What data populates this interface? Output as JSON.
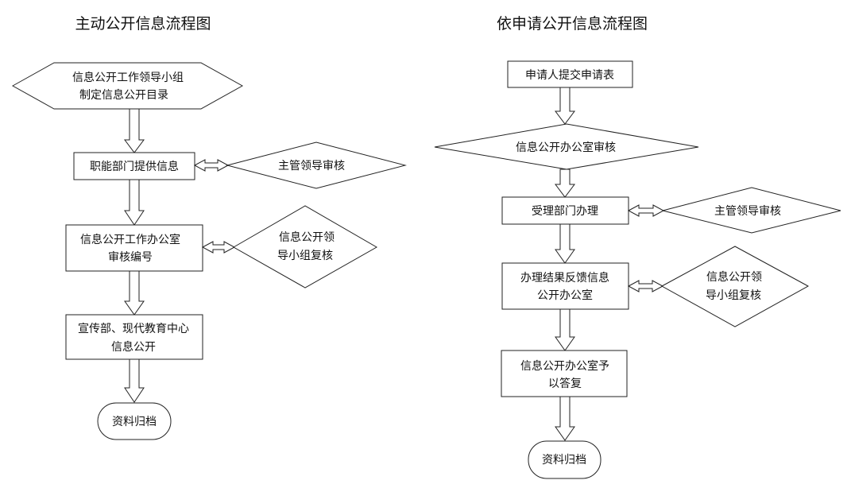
{
  "left_flow": {
    "title": "主动公开信息流程图",
    "start_hex": [
      "信息公开工作领导小组",
      "制定信息公开目录"
    ],
    "step1": "职能部门提供信息",
    "review1": "主管领导审核",
    "step2": [
      "信息公开工作办公室",
      "审核编号"
    ],
    "review2": [
      "信息公开领",
      "导小组复核"
    ],
    "step3": [
      "宣传部、现代教育中心",
      "信息公开"
    ],
    "end": "资料归档"
  },
  "right_flow": {
    "title": "依申请公开信息流程图",
    "step0": "申请人提交申请表",
    "review0": "信息公开办公室审核",
    "step1": "受理部门办理",
    "review1": "主管领导审核",
    "step2": [
      "办理结果反馈信息",
      "公开办公室"
    ],
    "review2": [
      "信息公开领",
      "导小组复核"
    ],
    "step3": [
      "信息公开办公室予",
      "以答复"
    ],
    "end": "资料归档"
  }
}
